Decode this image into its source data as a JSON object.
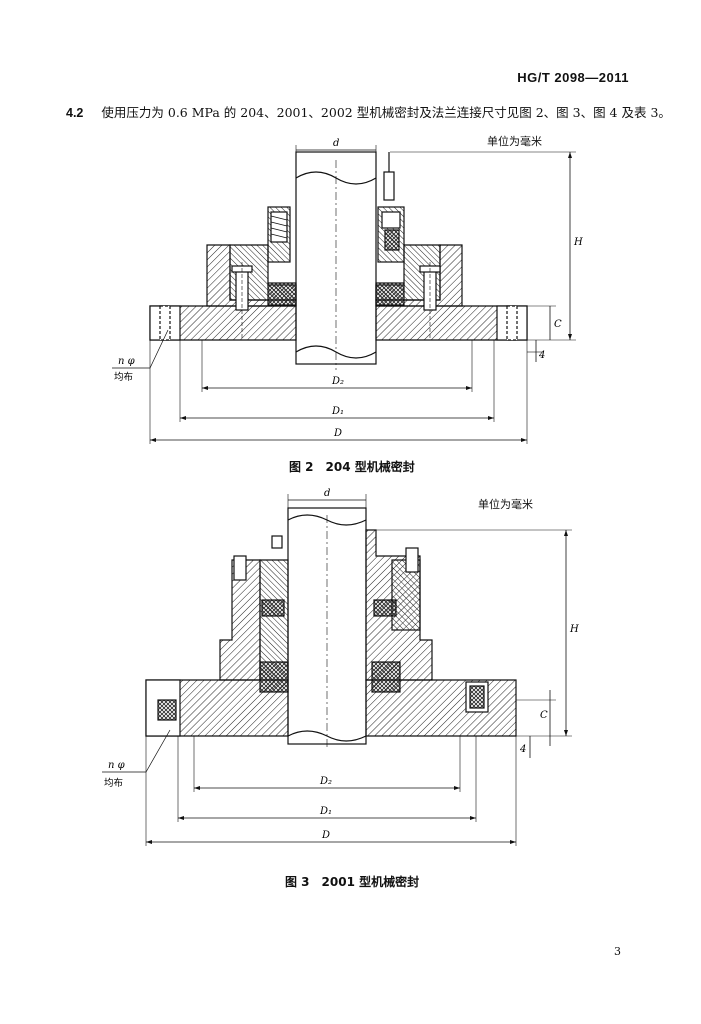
{
  "header": {
    "standard_code": "HG/T 2098—2011"
  },
  "clause": {
    "number": "4.2",
    "text": "使用压力为 0.6 MPa 的 204、2001、2002 型机械密封及法兰连接尺寸见图 2、图 3、图 4 及表 3。"
  },
  "figure2": {
    "unit_note": "单位为毫米",
    "caption": "图 2　204 型机械密封",
    "labels": {
      "d": "d",
      "H": "H",
      "C": "C",
      "four": "4",
      "D2": "D₂",
      "D1": "D₁",
      "D": "D",
      "n_phi": "n  φ",
      "junbu": "均布"
    }
  },
  "figure3": {
    "unit_note": "单位为毫米",
    "caption": "图 3　2001 型机械密封",
    "labels": {
      "d": "d",
      "H": "H",
      "C": "C",
      "four": "4",
      "D2": "D₂",
      "D1": "D₁",
      "D": "D",
      "n_phi": "n  φ",
      "junbu": "均布"
    }
  },
  "footer": {
    "page_number": "3"
  }
}
